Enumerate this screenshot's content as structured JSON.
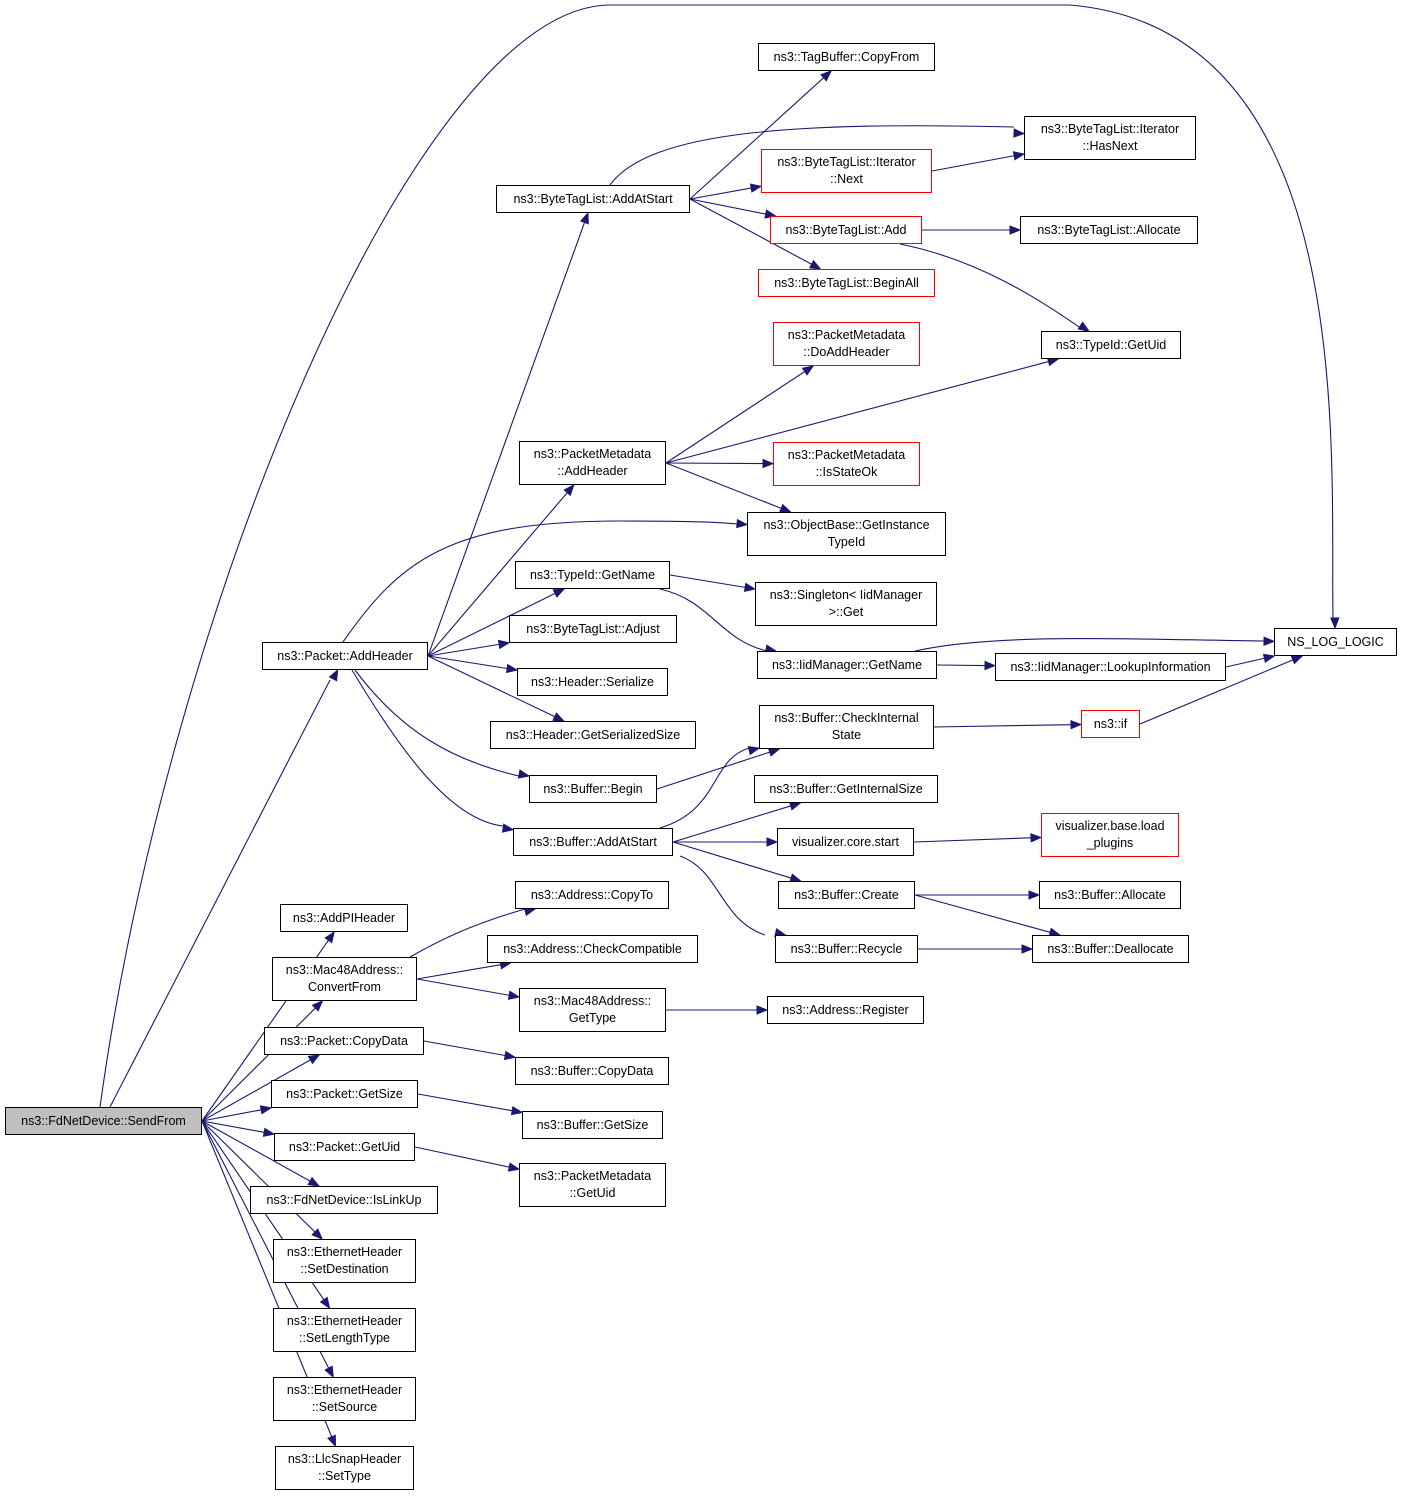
{
  "colors": {
    "edge": "#191970",
    "node_border": "#000000",
    "truncated_border": "#ff0000",
    "root_fill": "#bfbfbf",
    "background": "#ffffff"
  },
  "nodes": {
    "root": [
      "ns3::FdNetDevice::SendFrom"
    ],
    "log": [
      "NS_LOG_LOGIC"
    ],
    "tb_copyfrom": [
      "ns3::TagBuffer::CopyFrom"
    ],
    "it_hasnext": [
      "ns3::ByteTagList::Iterator",
      "::HasNext"
    ],
    "it_next": [
      "ns3::ByteTagList::Iterator",
      "::Next"
    ],
    "btl_addatstart": [
      "ns3::ByteTagList::AddAtStart"
    ],
    "btl_add": [
      "ns3::ByteTagList::Add"
    ],
    "btl_allocate": [
      "ns3::ByteTagList::Allocate"
    ],
    "btl_beginall": [
      "ns3::ByteTagList::BeginAll"
    ],
    "pm_doaddheader": [
      "ns3::PacketMetadata",
      "::DoAddHeader"
    ],
    "typeid_getuid": [
      "ns3::TypeId::GetUid"
    ],
    "pm_addheader": [
      "ns3::PacketMetadata",
      "::AddHeader"
    ],
    "pm_isstateok": [
      "ns3::PacketMetadata",
      "::IsStateOk"
    ],
    "ob_getinstancetypeid": [
      "ns3::ObjectBase::GetInstance",
      "TypeId"
    ],
    "typeid_getname": [
      "ns3::TypeId::GetName"
    ],
    "singleton_get": [
      "ns3::Singleton< IidManager",
      ">::Get"
    ],
    "btl_adjust": [
      "ns3::ByteTagList::Adjust"
    ],
    "packet_addheader": [
      "ns3::Packet::AddHeader"
    ],
    "iid_getname": [
      "ns3::IidManager::GetName"
    ],
    "iid_lookup": [
      "ns3::IidManager::LookupInformation"
    ],
    "header_serialize": [
      "ns3::Header::Serialize"
    ],
    "buf_checkinternal": [
      "ns3::Buffer::CheckInternal",
      "State"
    ],
    "ns3_if": [
      "ns3::if"
    ],
    "header_getsersize": [
      "ns3::Header::GetSerializedSize"
    ],
    "buf_begin": [
      "ns3::Buffer::Begin"
    ],
    "buf_getinternalsize": [
      "ns3::Buffer::GetInternalSize"
    ],
    "buf_addatstart": [
      "ns3::Buffer::AddAtStart"
    ],
    "vis_start": [
      "visualizer.core.start"
    ],
    "vis_load": [
      "visualizer.base.load",
      "_plugins"
    ],
    "addr_copyto": [
      "ns3::Address::CopyTo"
    ],
    "buf_create": [
      "ns3::Buffer::Create"
    ],
    "buf_allocate": [
      "ns3::Buffer::Allocate"
    ],
    "addpiheader": [
      "ns3::AddPIHeader"
    ],
    "addr_checkcompat": [
      "ns3::Address::CheckCompatible"
    ],
    "buf_recycle": [
      "ns3::Buffer::Recycle"
    ],
    "buf_deallocate": [
      "ns3::Buffer::Deallocate"
    ],
    "mac48_convertfrom": [
      "ns3::Mac48Address::",
      "ConvertFrom"
    ],
    "mac48_gettype": [
      "ns3::Mac48Address::",
      "GetType"
    ],
    "addr_register": [
      "ns3::Address::Register"
    ],
    "packet_copydata": [
      "ns3::Packet::CopyData"
    ],
    "buf_copydata": [
      "ns3::Buffer::CopyData"
    ],
    "packet_getsize": [
      "ns3::Packet::GetSize"
    ],
    "buf_getsize": [
      "ns3::Buffer::GetSize"
    ],
    "packet_getuid": [
      "ns3::Packet::GetUid"
    ],
    "pm_getuid": [
      "ns3::PacketMetadata",
      "::GetUid"
    ],
    "fd_islinkup": [
      "ns3::FdNetDevice::IsLinkUp"
    ],
    "eth_setdest": [
      "ns3::EthernetHeader",
      "::SetDestination"
    ],
    "eth_setlentype": [
      "ns3::EthernetHeader",
      "::SetLengthType"
    ],
    "eth_setsource": [
      "ns3::EthernetHeader",
      "::SetSource"
    ],
    "llc_settype": [
      "ns3::LlcSnapHeader",
      "::SetType"
    ]
  },
  "edges": [
    [
      "root",
      "log"
    ],
    [
      "root",
      "packet_addheader"
    ],
    [
      "root",
      "addpiheader"
    ],
    [
      "root",
      "mac48_convertfrom"
    ],
    [
      "root",
      "packet_copydata"
    ],
    [
      "root",
      "packet_getsize"
    ],
    [
      "root",
      "packet_getuid"
    ],
    [
      "root",
      "fd_islinkup"
    ],
    [
      "root",
      "eth_setdest"
    ],
    [
      "root",
      "eth_setlentype"
    ],
    [
      "root",
      "eth_setsource"
    ],
    [
      "root",
      "llc_settype"
    ],
    [
      "packet_addheader",
      "btl_addatstart"
    ],
    [
      "packet_addheader",
      "pm_addheader"
    ],
    [
      "packet_addheader",
      "ob_getinstancetypeid"
    ],
    [
      "packet_addheader",
      "typeid_getname"
    ],
    [
      "packet_addheader",
      "btl_adjust"
    ],
    [
      "packet_addheader",
      "header_serialize"
    ],
    [
      "packet_addheader",
      "header_getsersize"
    ],
    [
      "packet_addheader",
      "buf_begin"
    ],
    [
      "packet_addheader",
      "buf_addatstart"
    ],
    [
      "btl_addatstart",
      "tb_copyfrom"
    ],
    [
      "btl_addatstart",
      "it_hasnext"
    ],
    [
      "btl_addatstart",
      "it_next"
    ],
    [
      "btl_addatstart",
      "btl_add"
    ],
    [
      "btl_addatstart",
      "btl_beginall"
    ],
    [
      "it_next",
      "it_hasnext"
    ],
    [
      "btl_add",
      "btl_allocate"
    ],
    [
      "btl_add",
      "typeid_getuid"
    ],
    [
      "pm_addheader",
      "pm_doaddheader"
    ],
    [
      "pm_addheader",
      "typeid_getuid"
    ],
    [
      "pm_addheader",
      "pm_isstateok"
    ],
    [
      "pm_addheader",
      "ob_getinstancetypeid"
    ],
    [
      "typeid_getname",
      "singleton_get"
    ],
    [
      "typeid_getname",
      "iid_getname"
    ],
    [
      "iid_getname",
      "log"
    ],
    [
      "iid_getname",
      "iid_lookup"
    ],
    [
      "iid_lookup",
      "log"
    ],
    [
      "buf_checkinternal",
      "ns3_if"
    ],
    [
      "ns3_if",
      "log"
    ],
    [
      "buf_begin",
      "buf_checkinternal"
    ],
    [
      "buf_addatstart",
      "buf_checkinternal"
    ],
    [
      "buf_addatstart",
      "buf_getinternalsize"
    ],
    [
      "buf_addatstart",
      "vis_start"
    ],
    [
      "buf_addatstart",
      "buf_create"
    ],
    [
      "buf_addatstart",
      "buf_recycle"
    ],
    [
      "vis_start",
      "vis_load"
    ],
    [
      "buf_create",
      "buf_allocate"
    ],
    [
      "buf_create",
      "buf_deallocate"
    ],
    [
      "buf_recycle",
      "buf_deallocate"
    ],
    [
      "mac48_convertfrom",
      "addr_copyto"
    ],
    [
      "mac48_convertfrom",
      "addr_checkcompat"
    ],
    [
      "mac48_convertfrom",
      "mac48_gettype"
    ],
    [
      "mac48_gettype",
      "addr_register"
    ],
    [
      "packet_copydata",
      "buf_copydata"
    ],
    [
      "packet_getsize",
      "buf_getsize"
    ],
    [
      "packet_getuid",
      "pm_getuid"
    ]
  ]
}
